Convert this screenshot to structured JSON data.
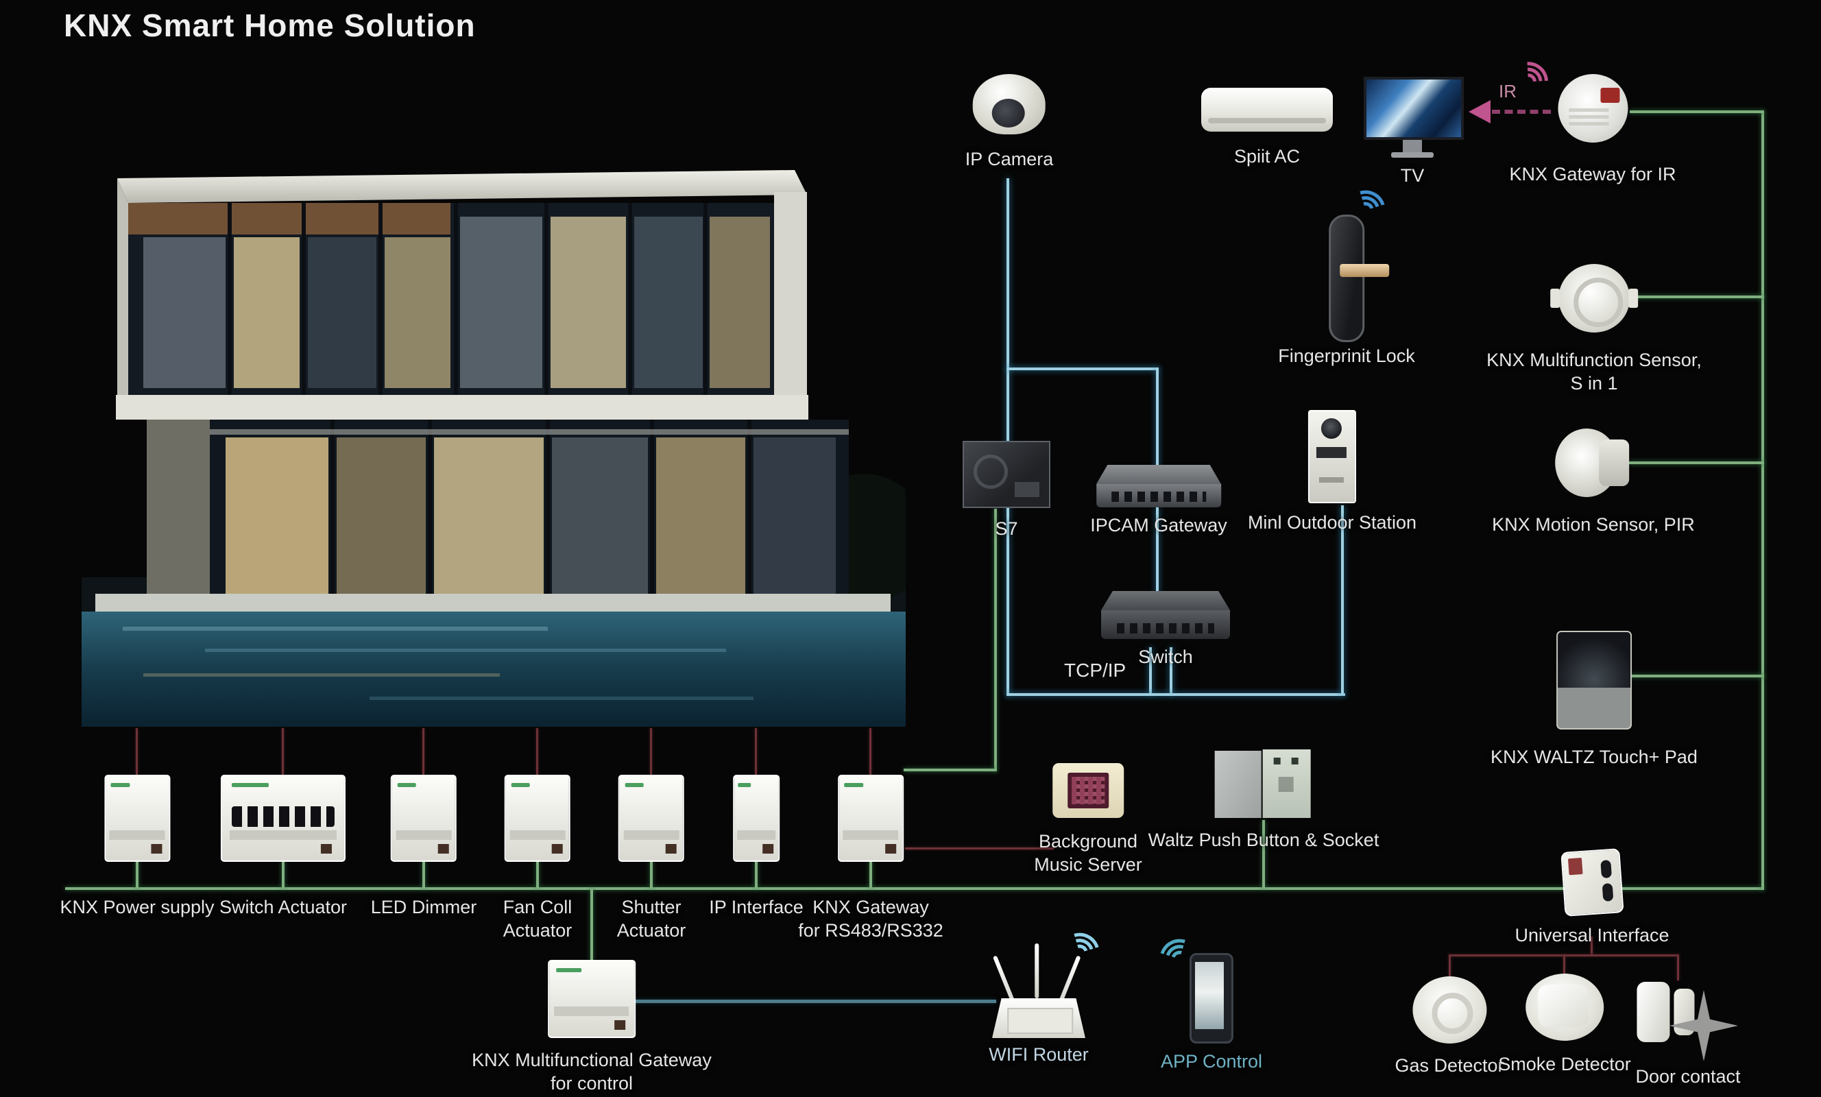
{
  "title": "KNX Smart Home Solution",
  "colors": {
    "background": "#060606",
    "knx_bus_green": "#7fae7f",
    "lan_blue": "#9fd0e2",
    "power_maroon": "#6e3136",
    "router_teal": "#4e7d8c",
    "ir_pink": "#c0548e",
    "label_text": "#e6e6e6",
    "app_control_text": "#6fb3c4"
  },
  "annotations": {
    "tcpip": "TCP/IP",
    "ir": "IR"
  },
  "nodes": {
    "ip_camera": {
      "label": "IP Camera"
    },
    "split_ac": {
      "label": "Spiit AC"
    },
    "tv": {
      "label": "TV"
    },
    "knx_gateway_ir": {
      "label": "KNX Gateway for IR"
    },
    "fingerprint_lock": {
      "label": "Fingerprinit Lock"
    },
    "multifunction_sensor": {
      "label": "KNX Multifunction Sensor,",
      "label2": "S in 1"
    },
    "s7": {
      "label": "S7"
    },
    "ipcam_gateway": {
      "label": "IPCAM Gateway"
    },
    "outdoor_station": {
      "label": "Minl Outdoor Station"
    },
    "motion_sensor": {
      "label": "KNX Motion Sensor, PIR"
    },
    "switch": {
      "label": "Switch"
    },
    "waltz_pad": {
      "label": "KNX WALTZ Touch+ Pad"
    },
    "music_server": {
      "label": "Background",
      "label2": "Music Server"
    },
    "waltz_push": {
      "label": "Waltz Push Button & Socket"
    },
    "power_supply": {
      "label": "KNX Power supply"
    },
    "switch_actuator": {
      "label": "Switch Actuator"
    },
    "led_dimmer": {
      "label": "LED Dimmer"
    },
    "fan_coil": {
      "label": "Fan Coll",
      "label2": "Actuator"
    },
    "shutter": {
      "label": "Shutter",
      "label2": "Actuator"
    },
    "ip_interface": {
      "label": "IP Interface"
    },
    "gateway_rs": {
      "label": "KNX Gateway",
      "label2": "for RS483/RS332"
    },
    "universal_interface": {
      "label": "Universal Interface"
    },
    "mf_gateway": {
      "label": "KNX Multifunctional Gateway",
      "label2": "for control"
    },
    "wifi_router": {
      "label": "WIFI Router"
    },
    "app_control": {
      "label": "APP Control"
    },
    "gas_detector": {
      "label": "Gas Detector"
    },
    "smoke_detector": {
      "label": "Smoke Detector"
    },
    "door_contact": {
      "label": "Door contact"
    }
  }
}
